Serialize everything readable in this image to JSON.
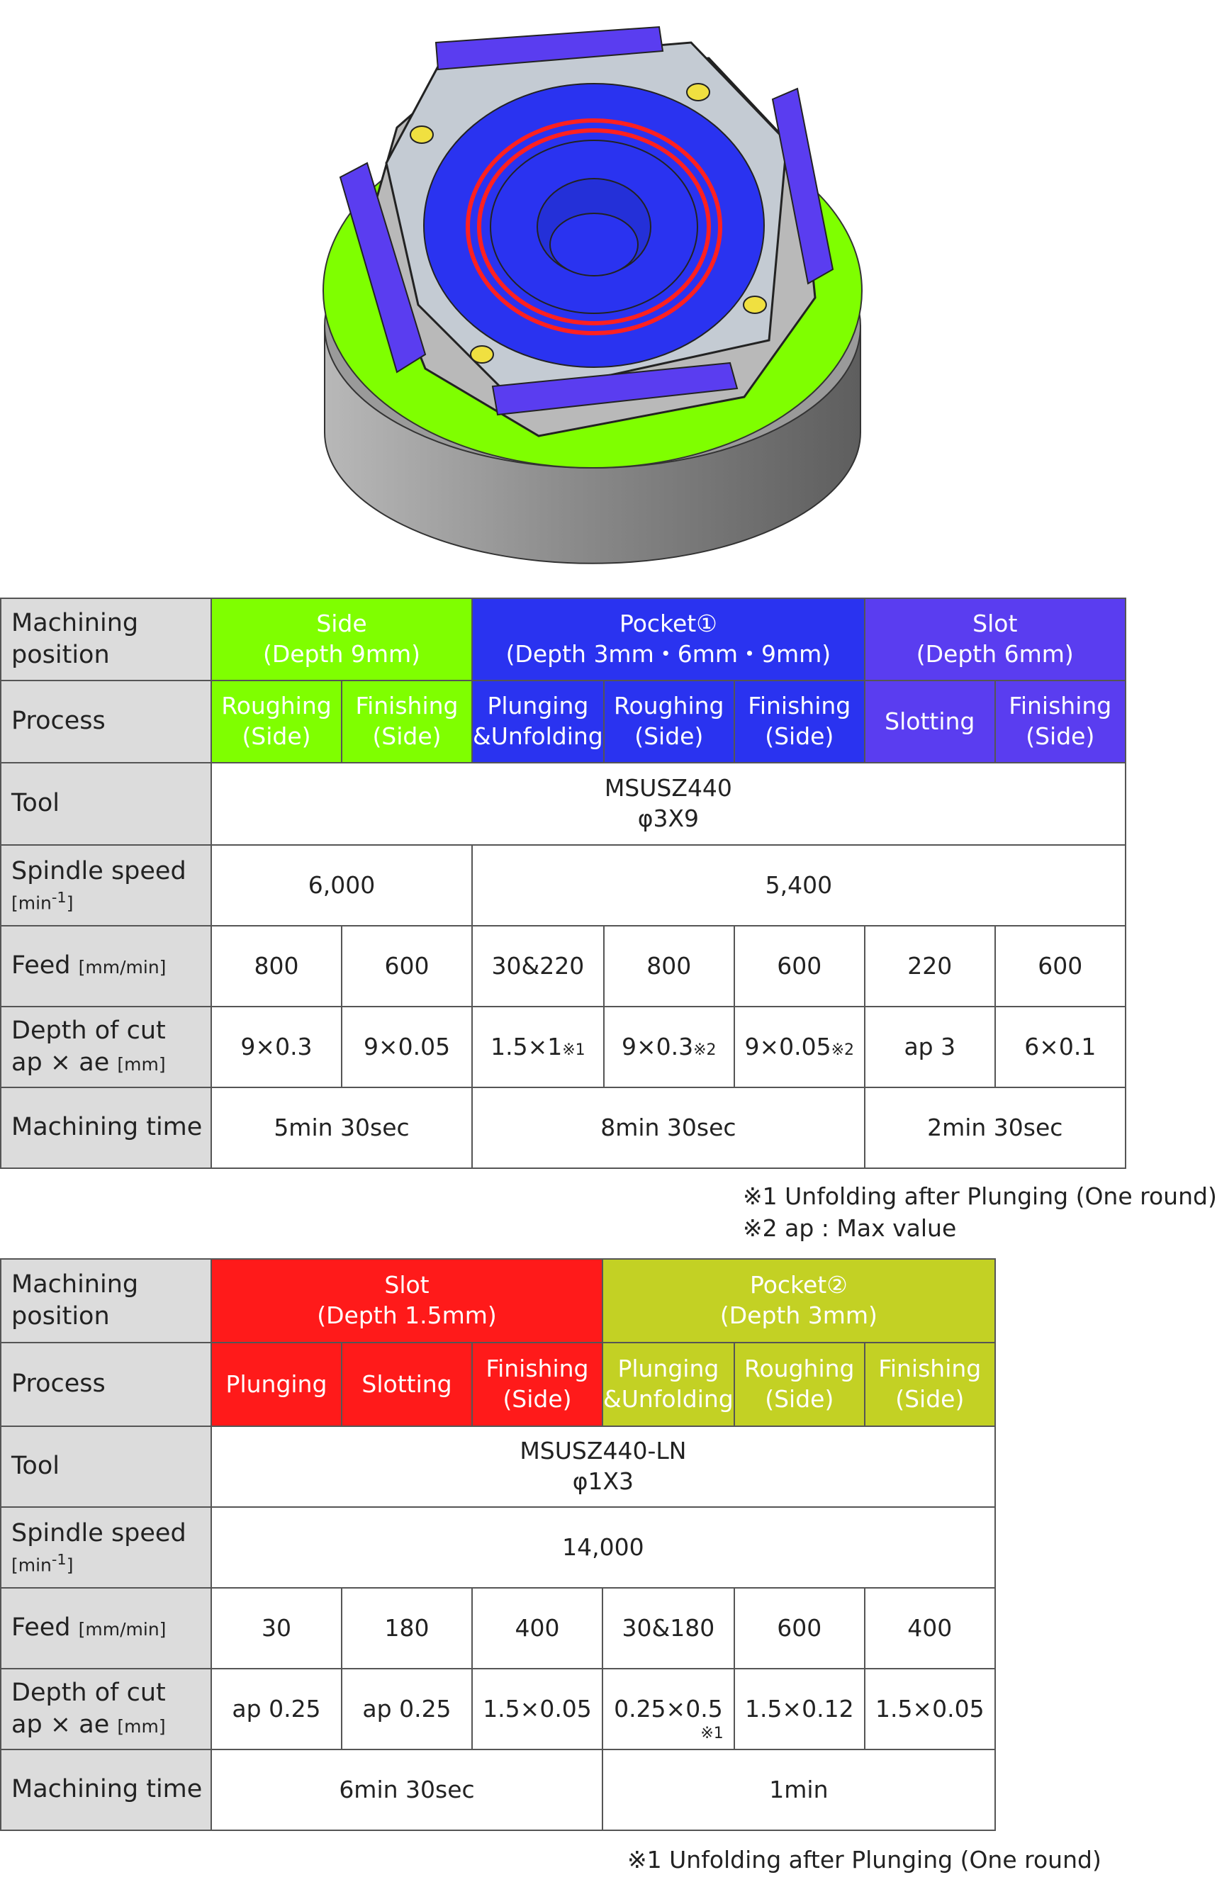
{
  "table1": {
    "row_labels": {
      "position": [
        "Machining",
        "position"
      ],
      "process": "Process",
      "tool": "Tool",
      "spindle": "Spindle speed",
      "spindle_unit": "[min",
      "spindle_unit_sup": "-1",
      "spindle_unit_end": "]",
      "feed": "Feed",
      "feed_unit": "[mm/min]",
      "depth": "Depth of cut",
      "depth_sub": "ap × ae",
      "depth_unit": "[mm]",
      "time": "Machining time"
    },
    "groups": [
      {
        "name": "Side",
        "detail": "(Depth 9mm)",
        "color": "#7fff00"
      },
      {
        "name": "Pocket①",
        "detail": "(Depth 3mm・6mm・9mm)",
        "color": "#2a33f0"
      },
      {
        "name": "Slot",
        "detail": "(Depth 6mm)",
        "color": "#5a3df0"
      }
    ],
    "processes": [
      [
        "Roughing",
        "(Side)"
      ],
      [
        "Finishing",
        "(Side)"
      ],
      [
        "Plunging",
        "&Unfolding"
      ],
      [
        "Roughing",
        "(Side)"
      ],
      [
        "Finishing",
        "(Side)"
      ],
      [
        "Slotting",
        ""
      ],
      [
        "Finishing",
        "(Side)"
      ]
    ],
    "tool": [
      "MSUSZ440",
      "φ3X9"
    ],
    "spindle": [
      "6,000",
      "5,400"
    ],
    "feed": [
      "800",
      "600",
      "30&220",
      "800",
      "600",
      "220",
      "600"
    ],
    "depth": [
      {
        "v": "9×0.3",
        "m": ""
      },
      {
        "v": "9×0.05",
        "m": ""
      },
      {
        "v": "1.5×1",
        "m": "※1"
      },
      {
        "v": "9×0.3",
        "m": "※2"
      },
      {
        "v": "9×0.05",
        "m": "※2"
      },
      {
        "v": "ap 3",
        "m": ""
      },
      {
        "v": "6×0.1",
        "m": ""
      }
    ],
    "time": [
      "5min 30sec",
      "8min 30sec",
      "2min 30sec"
    ],
    "notes": [
      "※1 Unfolding after Plunging (One round)",
      "※2 ap : Max value"
    ]
  },
  "table2": {
    "row_labels": {
      "position": [
        "Machining",
        "position"
      ],
      "process": "Process",
      "tool": "Tool",
      "spindle": "Spindle speed",
      "spindle_unit": "[min",
      "spindle_unit_sup": "-1",
      "spindle_unit_end": "]",
      "feed": "Feed",
      "feed_unit": "[mm/min]",
      "depth": "Depth of cut",
      "depth_sub": "ap × ae",
      "depth_unit": "[mm]",
      "time": "Machining time"
    },
    "groups": [
      {
        "name": "Slot",
        "detail": "(Depth 1.5mm)",
        "color": "#ff1a1a"
      },
      {
        "name": "Pocket②",
        "detail": "(Depth 3mm)",
        "color": "#c3d124"
      }
    ],
    "processes": [
      [
        "Plunging",
        ""
      ],
      [
        "Slotting",
        ""
      ],
      [
        "Finishing",
        "(Side)"
      ],
      [
        "Plunging",
        "&Unfolding"
      ],
      [
        "Roughing",
        "(Side)"
      ],
      [
        "Finishing",
        "(Side)"
      ]
    ],
    "tool": [
      "MSUSZ440-LN",
      "φ1X3"
    ],
    "spindle": "14,000",
    "feed": [
      "30",
      "180",
      "400",
      "30&180",
      "600",
      "400"
    ],
    "depth": [
      "ap 0.25",
      "ap 0.25",
      "1.5×0.05",
      "0.25×0.5",
      "1.5×0.12",
      "1.5×0.05"
    ],
    "depth_mark_4": "※1",
    "time": [
      "6min 30sec",
      "1min"
    ],
    "notes": [
      "※1 Unfolding after Plunging (One round)"
    ]
  }
}
